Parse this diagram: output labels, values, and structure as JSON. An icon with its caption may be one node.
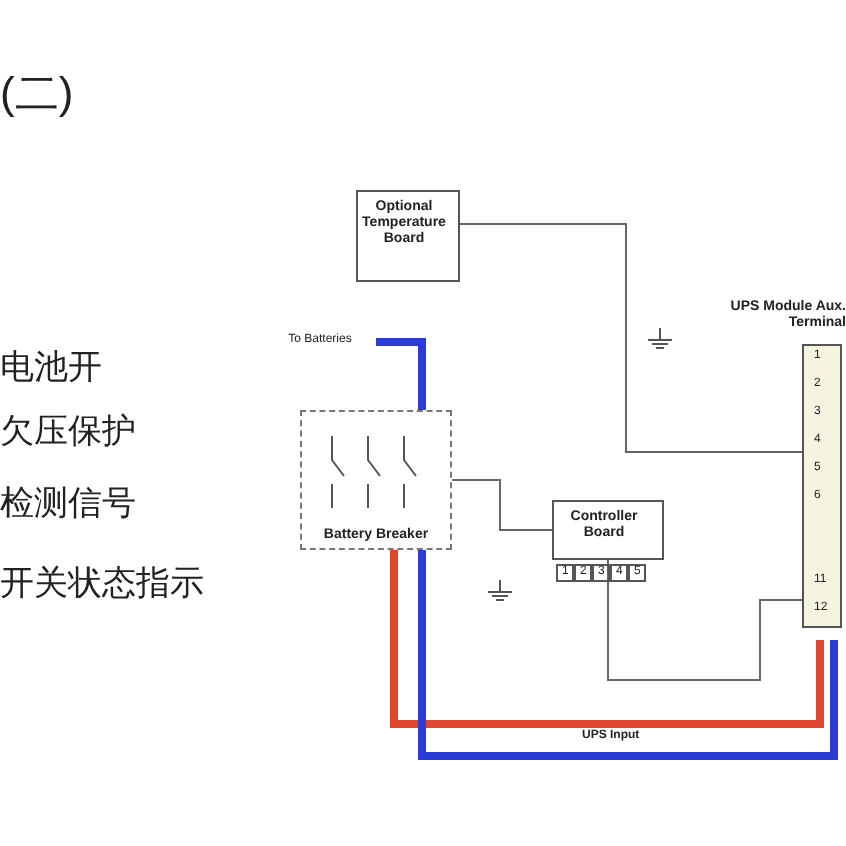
{
  "diagram": {
    "nodes": [
      {
        "text": [
          "Optional Temperature Board"
        ]
      },
      {
        "text": [
          "Battery Breaker"
        ]
      },
      {
        "text": [
          "Controller Board"
        ]
      },
      {
        "text": [
          "UPS Module Aux. Terminal"
        ]
      },
      {
        "text": [
          "To Batteries"
        ]
      }
    ],
    "edges": [
      {
        "from": 0,
        "to": 3,
        "arrow": "none"
      },
      {
        "from": 1,
        "to": 2,
        "arrow": "none"
      },
      {
        "from": 2,
        "to": 3,
        "arrow": "none"
      },
      {
        "from": 4,
        "to": 1,
        "arrow": "none",
        "style": "thick",
        "color": "#2b3bd6"
      },
      {
        "from": 1,
        "to": 3,
        "arrow": "none",
        "label": "UPS Input",
        "style": "thick",
        "color": "#e0452e"
      },
      {
        "from": 1,
        "to": 3,
        "arrow": "none",
        "style": "thick",
        "color": "#2b3bd6"
      }
    ],
    "labels": [
      "(二)",
      "电池开",
      "欠压保护",
      "检测信号",
      "开关状态指示",
      "1",
      "2",
      "3",
      "4",
      "5",
      "6",
      "11",
      "12",
      "1",
      "2",
      "3",
      "4",
      "5"
    ]
  }
}
